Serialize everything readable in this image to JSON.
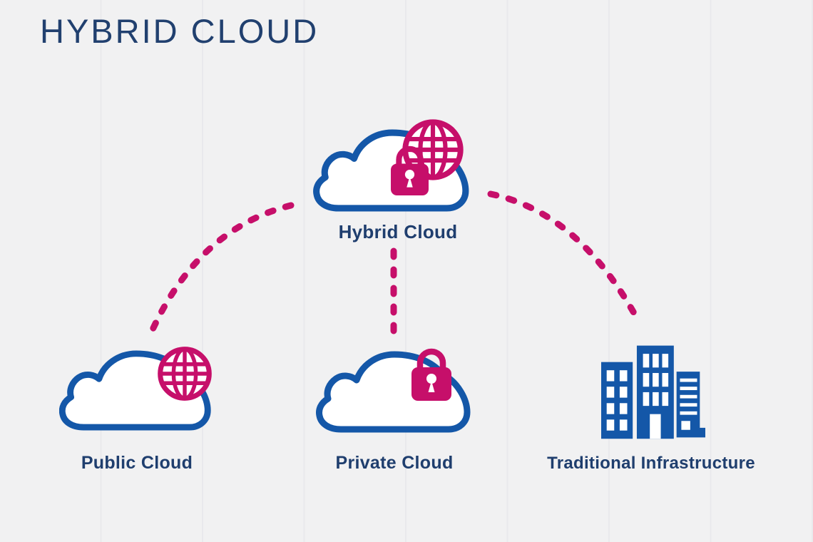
{
  "title": "HYBRID CLOUD",
  "colors": {
    "background": "#f1f1f2",
    "background_stripe": "#e9e9ec",
    "navy_text": "#1f3e6e",
    "icon_blue": "#1457a8",
    "icon_pink": "#c60f6a",
    "icon_white": "#ffffff"
  },
  "diagram": {
    "center_node": {
      "id": "hybrid-cloud",
      "label": "Hybrid Cloud",
      "icons": [
        "cloud-icon",
        "globe-icon",
        "padlock-icon"
      ]
    },
    "nodes": [
      {
        "id": "public-cloud",
        "label": "Public Cloud",
        "icons": [
          "cloud-icon",
          "globe-icon"
        ]
      },
      {
        "id": "private-cloud",
        "label": "Private Cloud",
        "icons": [
          "cloud-icon",
          "padlock-icon"
        ]
      },
      {
        "id": "traditional-infrastructure",
        "label": "Traditional Infrastructure",
        "icons": [
          "buildings-icon"
        ]
      }
    ],
    "connections": [
      {
        "from": "hybrid-cloud",
        "to": "public-cloud",
        "style": "dashed",
        "color": "#c60f6a"
      },
      {
        "from": "hybrid-cloud",
        "to": "private-cloud",
        "style": "dashed",
        "color": "#c60f6a"
      },
      {
        "from": "hybrid-cloud",
        "to": "traditional-infrastructure",
        "style": "dashed",
        "color": "#c60f6a"
      }
    ]
  }
}
